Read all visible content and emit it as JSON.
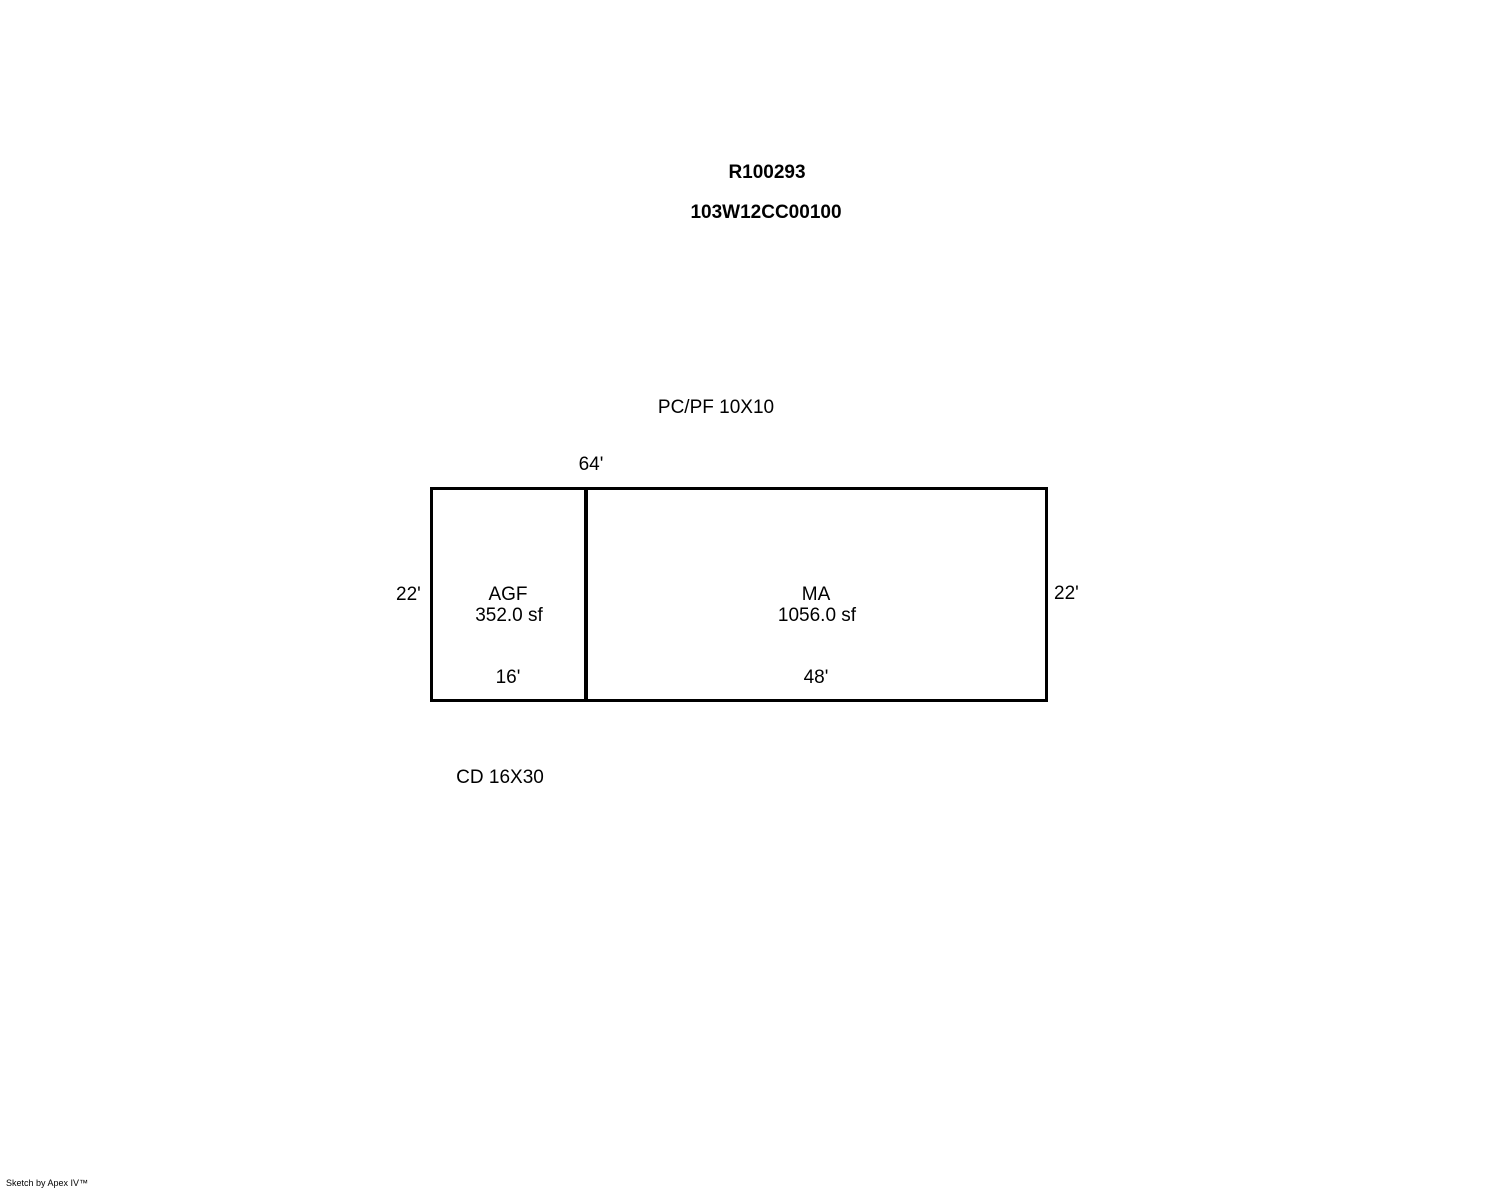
{
  "header": {
    "account": "R100293",
    "map_number": "103W12CC00100"
  },
  "labels": {
    "top_note": "PC/PF 10X10",
    "bottom_note": "CD 16X30"
  },
  "dimensions": {
    "top": "64'",
    "left": "22'",
    "right": "22'",
    "agf_bottom": "16'",
    "ma_bottom": "48'"
  },
  "areas": [
    {
      "name": "AGF",
      "size": "352.0 sf"
    },
    {
      "name": "MA",
      "size": "1056.0 sf"
    }
  ],
  "footer": "Sketch by Apex IV™"
}
